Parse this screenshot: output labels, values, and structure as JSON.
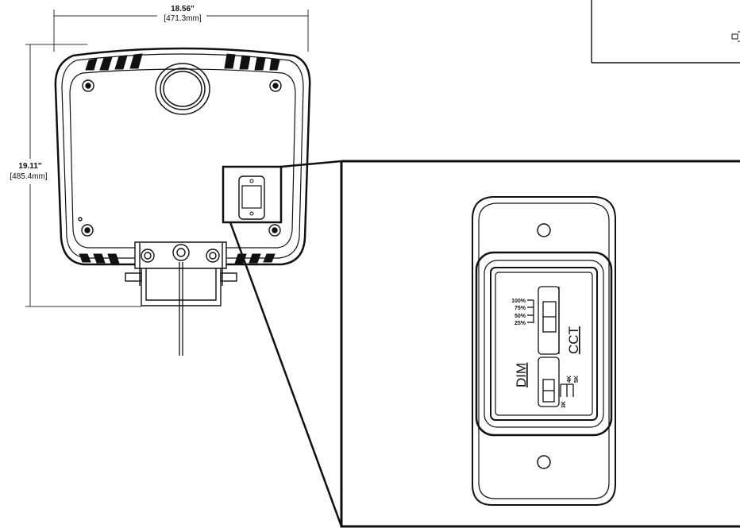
{
  "dimensions": {
    "width_in": "18.56\"",
    "width_mm": "[471.3mm]",
    "height_in": "19.11\"",
    "height_mm": "[485.4mm]"
  },
  "detail": {
    "dim_label": "DIM",
    "cct_label": "CCT",
    "dim_levels": [
      "100%",
      "75%",
      "50%",
      "25%"
    ],
    "cct_levels": [
      "3K",
      "4K",
      "5K"
    ]
  }
}
